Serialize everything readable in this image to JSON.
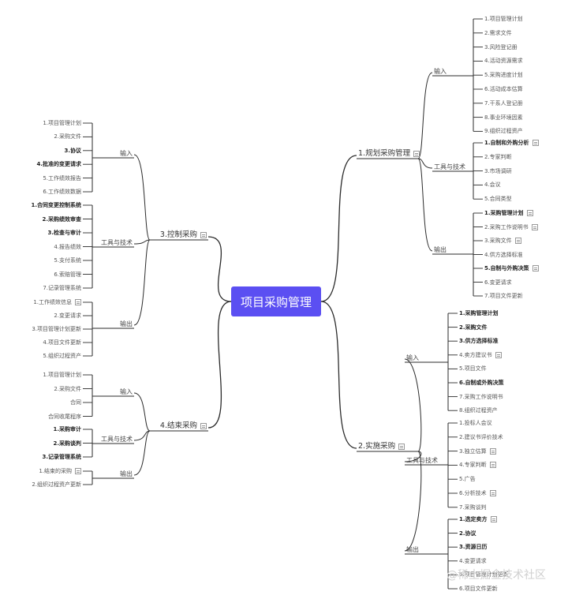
{
  "center": {
    "label": "项目采购管理"
  },
  "branches": [
    {
      "label": "1.规划采购管理",
      "groups": [
        {
          "label": "输入",
          "items": [
            {
              "text": "1.项目管理计划"
            },
            {
              "text": "2.需求文件"
            },
            {
              "text": "3.风险登记册"
            },
            {
              "text": "4.活动资源需求"
            },
            {
              "text": "5.采购进度计划"
            },
            {
              "text": "6.活动成本估算"
            },
            {
              "text": "7.干系人登记册"
            },
            {
              "text": "8.事业环境因素"
            },
            {
              "text": "9.组织过程资产"
            }
          ]
        },
        {
          "label": "工具与技术",
          "items": [
            {
              "text": "1.自制和外购分析",
              "bold": true,
              "note": true
            },
            {
              "text": "2.专家判断"
            },
            {
              "text": "3.市场调研"
            },
            {
              "text": "4.会议"
            },
            {
              "text": "5.合同类型"
            }
          ]
        },
        {
          "label": "输出",
          "items": [
            {
              "text": "1.采购管理计划",
              "bold": true,
              "note": true
            },
            {
              "text": "2.采购工作说明书",
              "note": true
            },
            {
              "text": "3.采购文件",
              "note": true
            },
            {
              "text": "4.供方选择标准"
            },
            {
              "text": "5.自制与外购决策",
              "bold": true,
              "note": true
            },
            {
              "text": "6.变更请求"
            },
            {
              "text": "7.项目文件更新"
            }
          ]
        }
      ]
    },
    {
      "label": "2.实施采购",
      "groups": [
        {
          "label": "输入",
          "items": [
            {
              "text": "1.采购管理计划",
              "bold": true
            },
            {
              "text": "2.采购文件",
              "bold": true
            },
            {
              "text": "3.供方选择标准",
              "bold": true
            },
            {
              "text": "4.卖方建议书",
              "note": true
            },
            {
              "text": "5.项目文件"
            },
            {
              "text": "6.自制或外购决策",
              "bold": true
            },
            {
              "text": "7.采购工作说明书"
            },
            {
              "text": "8.组织过程资产"
            }
          ]
        },
        {
          "label": "工具与技术",
          "items": [
            {
              "text": "1.投标人会议"
            },
            {
              "text": "2.建议书评价技术"
            },
            {
              "text": "3.独立估算",
              "note": true
            },
            {
              "text": "4.专家判断",
              "note": true
            },
            {
              "text": "5.广告"
            },
            {
              "text": "6.分析技术",
              "note": true
            },
            {
              "text": "7.采购谈判"
            }
          ]
        },
        {
          "label": "输出",
          "items": [
            {
              "text": "1.选定卖方",
              "bold": true,
              "note": true
            },
            {
              "text": "2.协议",
              "bold": true
            },
            {
              "text": "3.资源日历",
              "bold": true
            },
            {
              "text": "4.变更请求"
            },
            {
              "text": "5.项目管理计划更新"
            },
            {
              "text": "6.项目文件更新"
            }
          ]
        }
      ]
    },
    {
      "label": "3.控制采购",
      "groups": [
        {
          "label": "输入",
          "items": [
            {
              "text": "1.项目管理计划"
            },
            {
              "text": "2.采购文件"
            },
            {
              "text": "3.协议",
              "bold": true
            },
            {
              "text": "4.批准的变更请求",
              "bold": true
            },
            {
              "text": "5.工作绩效报告"
            },
            {
              "text": "6.工作绩效数据"
            }
          ]
        },
        {
          "label": "工具与技术",
          "items": [
            {
              "text": "1.合同变更控制系统",
              "bold": true
            },
            {
              "text": "2.采购绩效审查",
              "bold": true
            },
            {
              "text": "3.检查与审计",
              "bold": true
            },
            {
              "text": "4.报告绩效"
            },
            {
              "text": "5.支付系统"
            },
            {
              "text": "6.索赔管理"
            },
            {
              "text": "7.记录管理系统"
            }
          ]
        },
        {
          "label": "输出",
          "items": [
            {
              "text": "1.工作绩效信息",
              "note": true
            },
            {
              "text": "2.变更请求"
            },
            {
              "text": "3.项目管理计划更新"
            },
            {
              "text": "4.项目文件更新"
            },
            {
              "text": "5.组织过程资产"
            }
          ]
        }
      ]
    },
    {
      "label": "4.结束采购",
      "groups": [
        {
          "label": "输入",
          "items": [
            {
              "text": "1.项目管理计划"
            },
            {
              "text": "2.采购文件"
            },
            {
              "text": "合同"
            },
            {
              "text": "合同收尾程序"
            }
          ]
        },
        {
          "label": "工具与技术",
          "items": [
            {
              "text": "1.采购审计",
              "bold": true
            },
            {
              "text": "2.采购谈判",
              "bold": true
            },
            {
              "text": "3.记录管理系统",
              "bold": true
            }
          ]
        },
        {
          "label": "输出",
          "items": [
            {
              "text": "1.结束的采购",
              "note": true
            },
            {
              "text": "2.组织过程资产更新"
            }
          ]
        }
      ]
    }
  ],
  "watermark": "@稀土掘金技术社区"
}
